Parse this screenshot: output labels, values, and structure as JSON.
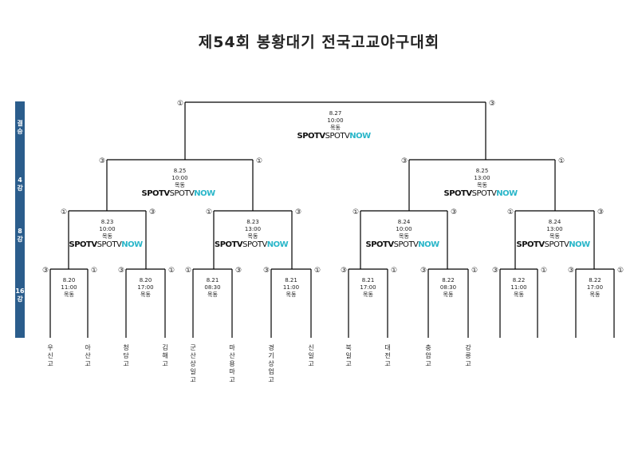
{
  "title": "제54회 봉황대기 전국고교야구대회",
  "rounds": [
    "결승",
    "4강",
    "8강",
    "16강"
  ],
  "logo": {
    "part1": "SPOTV",
    "part2": "SPOTV",
    "part3": "NOW"
  },
  "final": {
    "date": "8.27",
    "time": "10:00",
    "venue": "목동",
    "left_field": "①",
    "right_field": "③"
  },
  "semis": [
    {
      "date": "8.25",
      "time": "10:00",
      "venue": "목동",
      "left_field": "③",
      "right_field": "①"
    },
    {
      "date": "8.25",
      "time": "13:00",
      "venue": "목동",
      "left_field": "③",
      "right_field": "①"
    }
  ],
  "quarters": [
    {
      "date": "8.23",
      "time": "10:00",
      "venue": "목동",
      "left_field": "①",
      "right_field": "③"
    },
    {
      "date": "8.23",
      "time": "13:00",
      "venue": "목동",
      "left_field": "①",
      "right_field": "③"
    },
    {
      "date": "8.24",
      "time": "10:00",
      "venue": "목동",
      "left_field": "①",
      "right_field": "③"
    },
    {
      "date": "8.24",
      "time": "13:00",
      "venue": "목동",
      "left_field": "①",
      "right_field": "③"
    }
  ],
  "round16": [
    {
      "date": "8.20",
      "time": "11:00",
      "venue": "목동",
      "left_field": "③",
      "right_field": "①"
    },
    {
      "date": "8.20",
      "time": "17:00",
      "venue": "목동",
      "left_field": "③",
      "right_field": "①"
    },
    {
      "date": "8.21",
      "time": "08:30",
      "venue": "목동",
      "left_field": "①",
      "right_field": "③"
    },
    {
      "date": "8.21",
      "time": "11:00",
      "venue": "목동",
      "left_field": "③",
      "right_field": "①"
    },
    {
      "date": "8.21",
      "time": "17:00",
      "venue": "목동",
      "left_field": "③",
      "right_field": "①"
    },
    {
      "date": "8.22",
      "time": "08:30",
      "venue": "목동",
      "left_field": "③",
      "right_field": "①"
    },
    {
      "date": "8.22",
      "time": "11:00",
      "venue": "목동",
      "left_field": "③",
      "right_field": "①"
    },
    {
      "date": "8.22",
      "time": "17:00",
      "venue": "목동",
      "left_field": "③",
      "right_field": "①"
    }
  ],
  "teams": [
    "우신고",
    "아산고",
    "청담고",
    "김해고",
    "군산상일고",
    "마산용마고",
    "경기상업고",
    "신일고",
    "북일고",
    "대전고",
    "충암고",
    "강릉고"
  ]
}
